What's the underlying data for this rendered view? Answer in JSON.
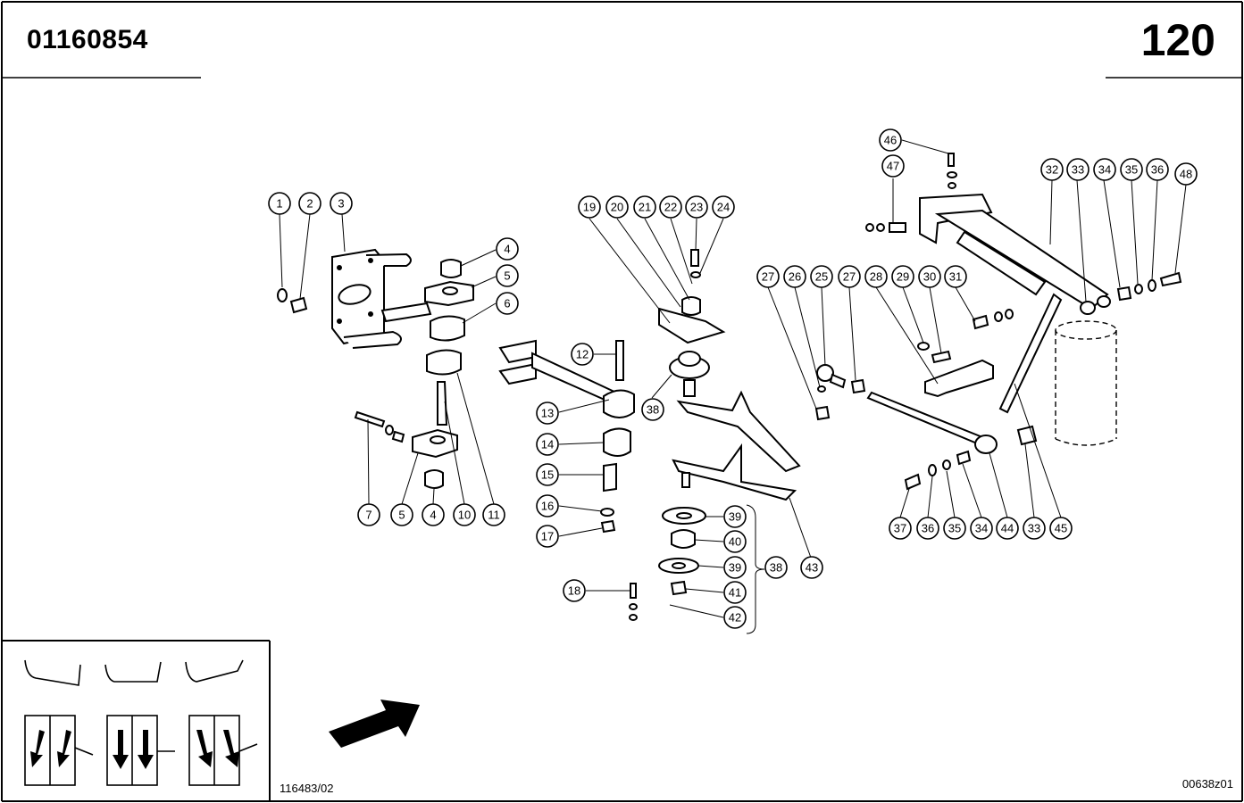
{
  "header": {
    "document_number": "01160854",
    "page_number": "120"
  },
  "footer": {
    "drawing_ref_left": "116483/02",
    "drawing_ref_right": "00638z01"
  },
  "callouts": [
    "1",
    "2",
    "3",
    "4",
    "5",
    "6",
    "4",
    "5",
    "7",
    "10",
    "11",
    "12",
    "13",
    "14",
    "15",
    "16",
    "17",
    "18",
    "19",
    "20",
    "21",
    "22",
    "23",
    "24",
    "38",
    "39",
    "40",
    "39",
    "41",
    "42",
    "38",
    "43",
    "27",
    "26",
    "25",
    "27",
    "28",
    "29",
    "30",
    "31",
    "46",
    "47",
    "32",
    "33",
    "34",
    "35",
    "36",
    "48",
    "37",
    "36",
    "35",
    "34",
    "44",
    "33",
    "45"
  ],
  "legend": {
    "panel_count": 3,
    "arrow_icon": "direction-arrow-icon"
  }
}
